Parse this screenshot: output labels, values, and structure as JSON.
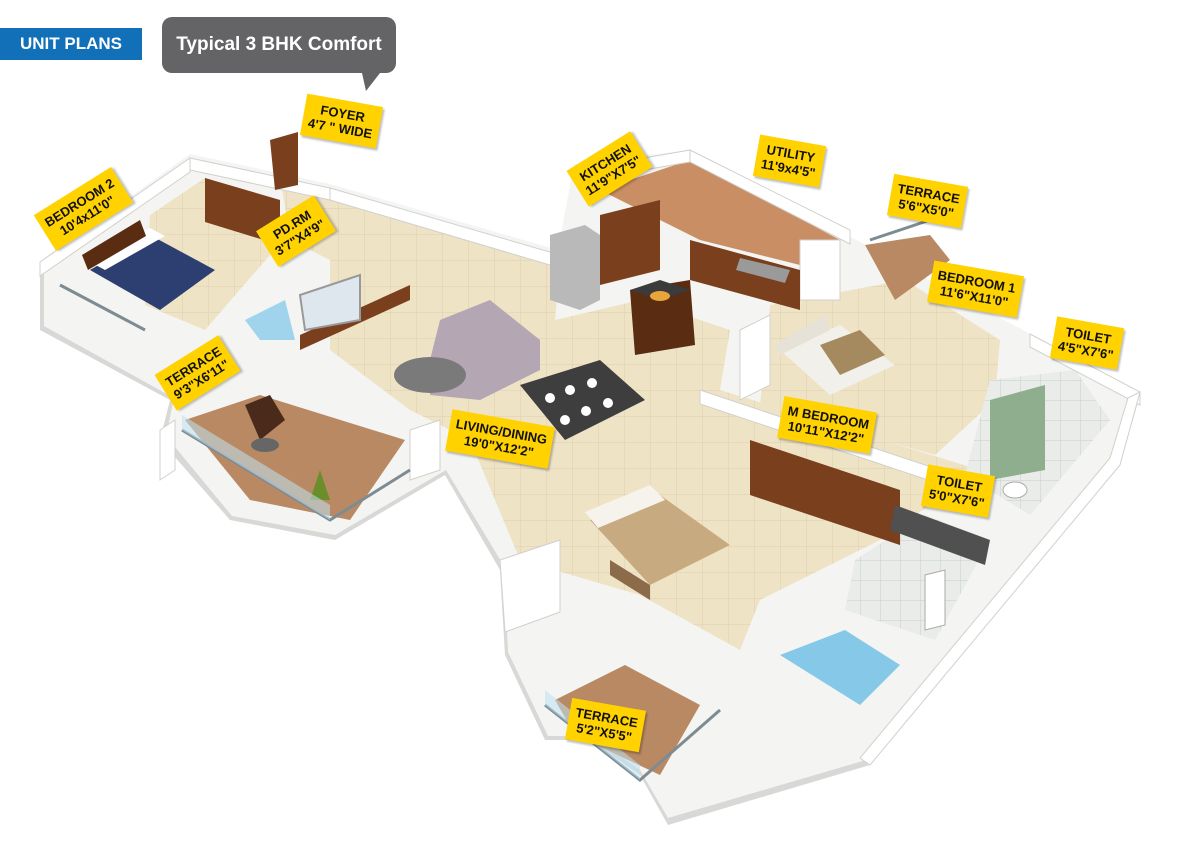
{
  "header": {
    "section_tag": "UNIT PLANS",
    "plan_title": "Typical 3 BHK Comfort"
  },
  "rooms": {
    "foyer": {
      "name": "FOYER",
      "size": "4'7 \" WIDE"
    },
    "bedroom2": {
      "name": "BEDROOM 2",
      "size": "10'4x11'0\""
    },
    "pd_rm": {
      "name": "PD.RM",
      "size": "3'7\"X4'9\""
    },
    "kitchen": {
      "name": "KITCHEN",
      "size": "11'9\"X7'5\""
    },
    "utility": {
      "name": "UTILITY",
      "size": "11'9x4'5\""
    },
    "terrace_top": {
      "name": "TERRACE",
      "size": "5'6\"X5'0\""
    },
    "bedroom1": {
      "name": "BEDROOM 1",
      "size": "11'6\"X11'0\""
    },
    "toilet_right": {
      "name": "TOILET",
      "size": "4'5\"X7'6\""
    },
    "terrace_left": {
      "name": "TERRACE",
      "size": "9'3\"X6'11\""
    },
    "living_dining": {
      "name": "LIVING/DINING",
      "size": "19'0\"X12'2\""
    },
    "m_bedroom": {
      "name": "M BEDROOM",
      "size": "10'11\"X12'2\""
    },
    "toilet_mid": {
      "name": "TOILET",
      "size": "5'0\"X7'6\""
    },
    "terrace_bottom": {
      "name": "TERRACE",
      "size": "5'2\"X5'5\""
    }
  },
  "colors": {
    "tag_blue": "#1170b8",
    "callout_gray": "#646466",
    "label_yellow": "#ffd200",
    "floor_beige": "#efe3c6",
    "wood": "#7a3f1c",
    "terrace_floor": "#b98963"
  }
}
